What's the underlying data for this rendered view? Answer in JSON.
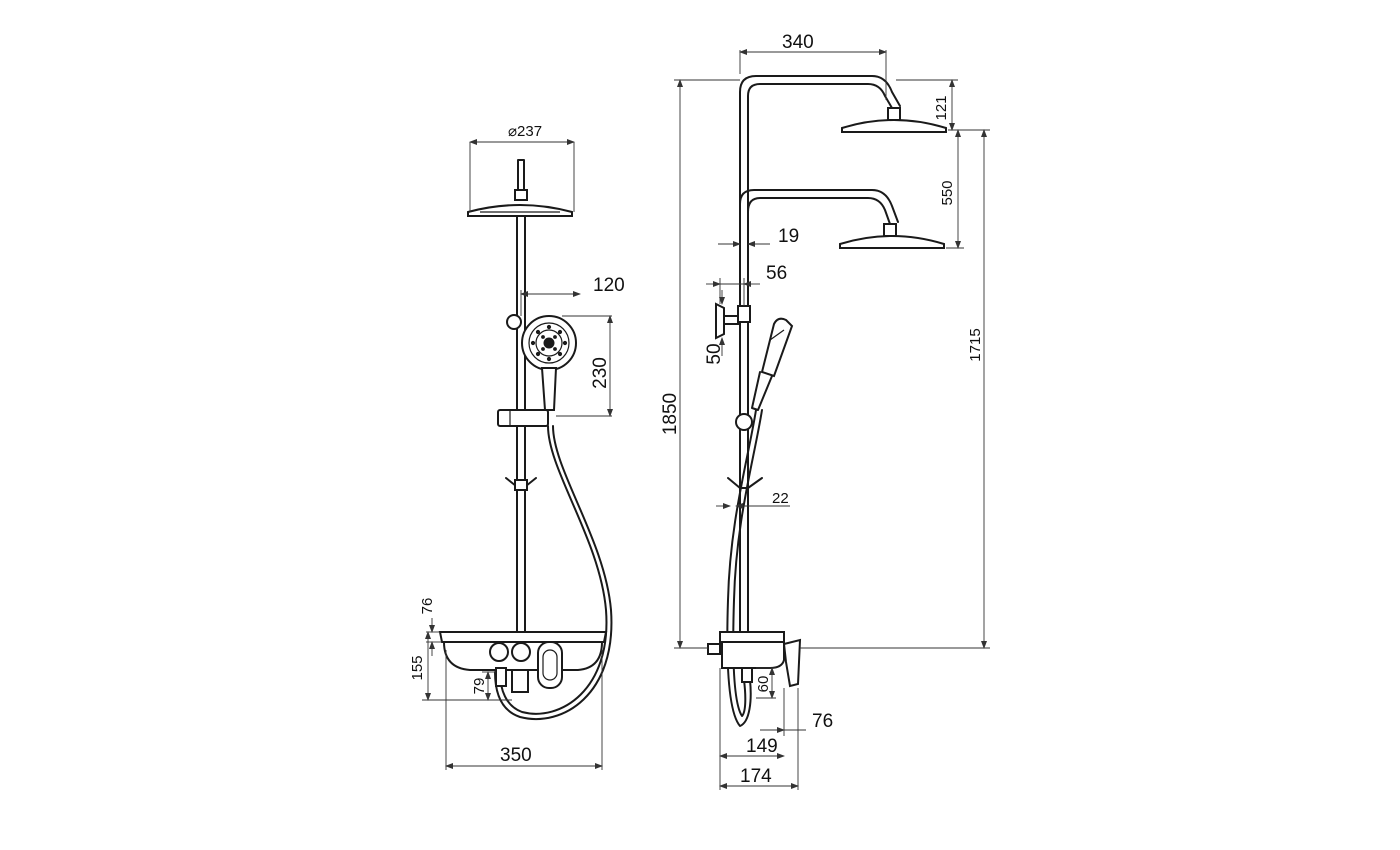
{
  "dimensions": {
    "front": {
      "head_diameter": "⌀237",
      "hand_shower_offset": "120",
      "hand_shower_length": "230",
      "shelf_thickness": "76",
      "mixer_height": "155",
      "outlet_drop": "79",
      "shelf_width": "350"
    },
    "side": {
      "arm_projection": "340",
      "head_height": "121",
      "adjust_range": "550",
      "rail_diameter": "19",
      "holder_offset": "56",
      "connector_height": "50",
      "total_height": "1850",
      "rail_height": "1715",
      "hook_offset": "22",
      "outlet_height": "60",
      "lever_projection": "76",
      "mixer_depth": "149",
      "total_depth": "174"
    }
  }
}
